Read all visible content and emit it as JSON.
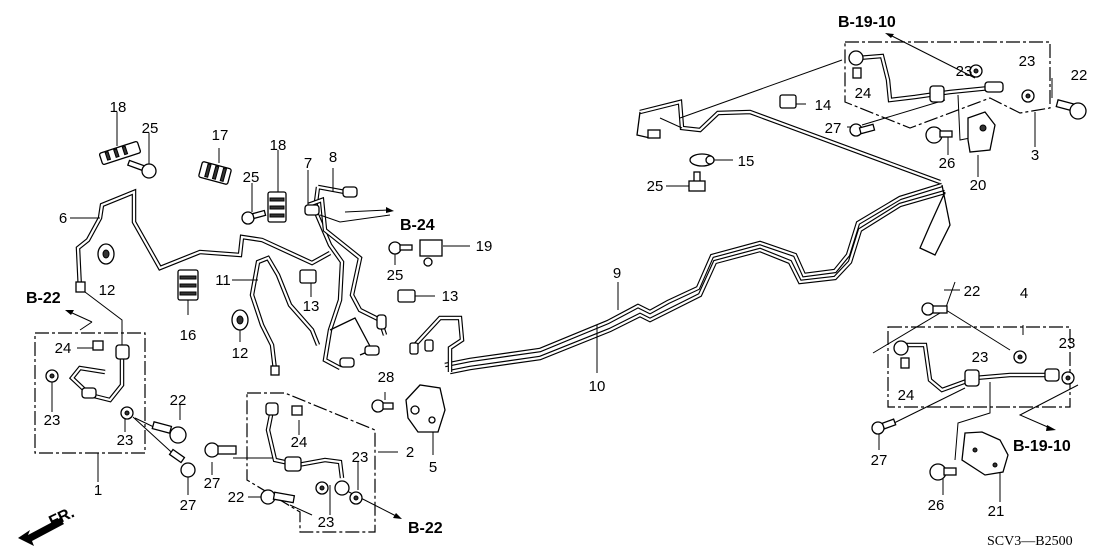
{
  "diagram": {
    "title": "Brake Lines Parts Diagram",
    "drawing_code": "SCV3—B2500",
    "front_indicator": "FR.",
    "references": {
      "b22_left": "B-22",
      "b22_bottom": "B-22",
      "b24": "B-24",
      "b1910_top": "B-19-10",
      "b1910_right": "B-19-10"
    },
    "callouts": {
      "c1": "1",
      "c2": "2",
      "c3": "3",
      "c4": "4",
      "c5": "5",
      "c6": "6",
      "c7": "7",
      "c8": "8",
      "c9": "9",
      "c10": "10",
      "c11": "11",
      "c12a": "12",
      "c12b": "12",
      "c13a": "13",
      "c13b": "13",
      "c14": "14",
      "c15": "15",
      "c16": "16",
      "c17": "17",
      "c18a": "18",
      "c18b": "18",
      "c19": "19",
      "c20": "20",
      "c21": "21",
      "c22a": "22",
      "c22b": "22",
      "c22c": "22",
      "c22d": "22",
      "c23a": "23",
      "c23b": "23",
      "c23c": "23",
      "c23d": "23",
      "c23e": "23",
      "c23f": "23",
      "c23g": "23",
      "c23h": "23",
      "c24a": "24",
      "c24b": "24",
      "c24c": "24",
      "c24d": "24",
      "c25a": "25",
      "c25b": "25",
      "c25c": "25",
      "c25d": "25",
      "c26a": "26",
      "c26b": "26",
      "c27a": "27",
      "c27b": "27",
      "c27c": "27",
      "c27d": "27",
      "c28": "28"
    }
  }
}
